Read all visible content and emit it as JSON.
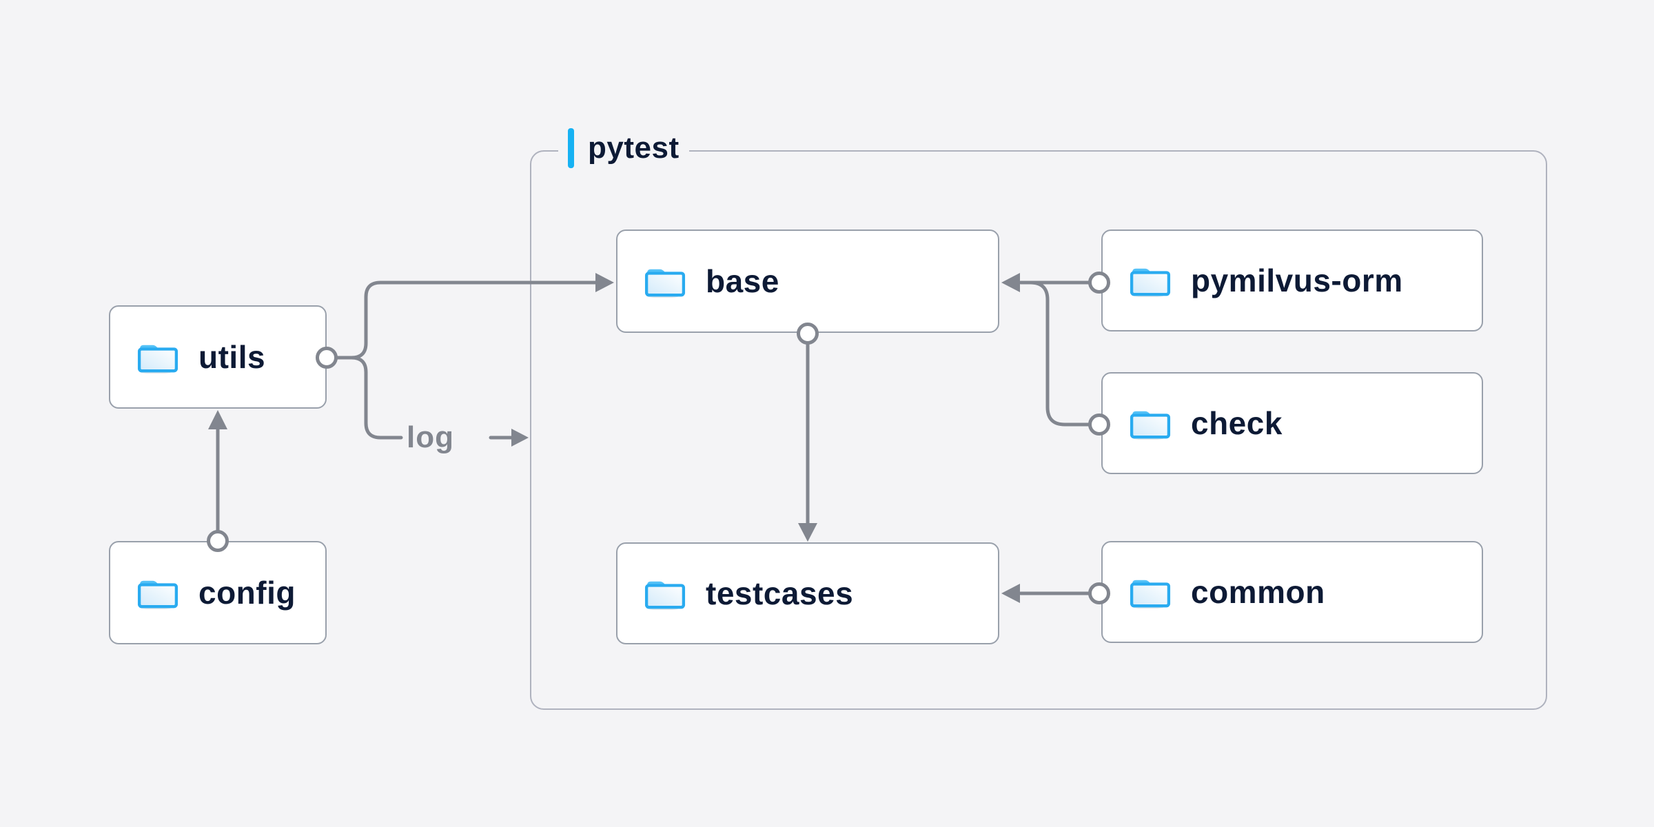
{
  "diagram": {
    "container": {
      "label": "pytest"
    },
    "nodes": [
      {
        "id": "utils",
        "label": "utils",
        "icon": "folder-icon"
      },
      {
        "id": "config",
        "label": "config",
        "icon": "folder-icon"
      },
      {
        "id": "base",
        "label": "base",
        "icon": "folder-icon"
      },
      {
        "id": "pymilvus-orm",
        "label": "pymilvus-orm",
        "icon": "folder-icon"
      },
      {
        "id": "check",
        "label": "check",
        "icon": "folder-icon"
      },
      {
        "id": "testcases",
        "label": "testcases",
        "icon": "folder-icon"
      },
      {
        "id": "common",
        "label": "common",
        "icon": "folder-icon"
      }
    ],
    "edges": [
      {
        "from": "config",
        "to": "utils",
        "label": ""
      },
      {
        "from": "utils",
        "to": "base",
        "label": ""
      },
      {
        "from": "utils",
        "to": "pytest-container",
        "label": "log"
      },
      {
        "from": "base",
        "to": "testcases",
        "label": ""
      },
      {
        "from": "pymilvus-orm",
        "to": "base",
        "label": ""
      },
      {
        "from": "check",
        "to": "base",
        "label": ""
      },
      {
        "from": "common",
        "to": "testcases",
        "label": ""
      }
    ],
    "colors": {
      "background": "#f4f4f6",
      "node_fill": "#ffffff",
      "node_border": "#99a0ab",
      "container_border": "#afb2be",
      "connector": "#82868f",
      "node_text": "#0d1a35",
      "edge_label_text": "#82868f",
      "accent_blue": "#17b2f3",
      "folder_blue": "#29abf0",
      "folder_tab_blue": "#53c1f7"
    }
  }
}
